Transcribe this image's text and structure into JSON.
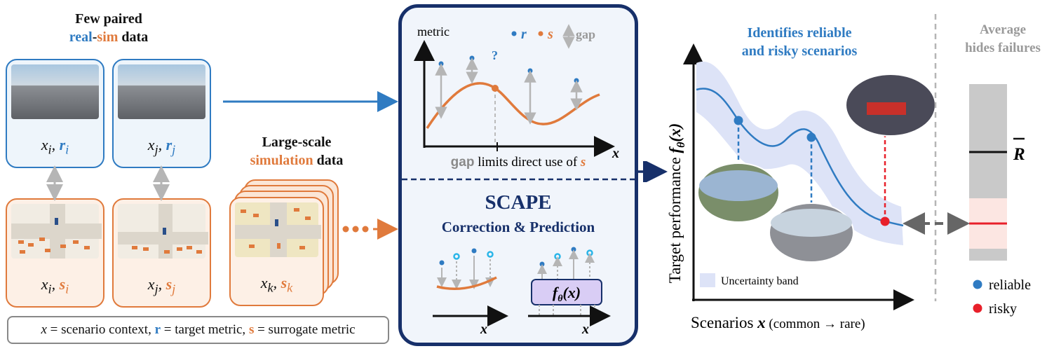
{
  "left": {
    "title_line1": "Few paired",
    "title_real": "real",
    "title_dash": "-",
    "title_sim": "sim",
    "title_data": "data",
    "card1_x": "x",
    "card1_xsub": "i",
    "card1_r": "r",
    "card1_rsub": "i",
    "card2_x": "x",
    "card2_xsub": "j",
    "card2_r": "r",
    "card2_rsub": "j",
    "card3_x": "x",
    "card3_xsub": "i",
    "card3_s": "s",
    "card3_ssub": "i",
    "card4_x": "x",
    "card4_xsub": "j",
    "card4_s": "s",
    "card4_ssub": "j",
    "large_line1": "Large-scale",
    "large_simulation": "simulation",
    "large_data": "data",
    "card5_x": "x",
    "card5_xsub": "k",
    "card5_s": "s",
    "card5_ssub": "k",
    "legend_x": "x",
    "legend_x_text": " = scenario context, ",
    "legend_r": "r",
    "legend_r_text": " = target metric, ",
    "legend_s": "s",
    "legend_s_text": " = surrogate metric"
  },
  "center": {
    "metric_label": "metric",
    "legend_r": "r",
    "legend_s": "s",
    "legend_gap": "gap",
    "question": "?",
    "axis_x": "x",
    "caption_gap": "gap",
    "caption_mid": " limits direct use of ",
    "caption_s": "s",
    "title": "SCAPE",
    "subtitle": "Correction & Prediction",
    "axis_x2": "x",
    "axis_x3": "x",
    "f_label": "f",
    "f_sub": "θ",
    "f_arg": "(x)"
  },
  "right": {
    "title_line1": "Identifies reliable",
    "title_line2": "and risky scenarios",
    "y_label": "Target performance ",
    "y_f": "f",
    "y_sub": "θ",
    "y_arg": "(x)",
    "x_label": "Scenarios ",
    "x_var": "x",
    "x_paren": " (common → rare)",
    "band_label": "Uncertainty band",
    "avg_line1": "Average",
    "avg_line2": "hides failures",
    "rbar": "R",
    "legend_reliable": "reliable",
    "legend_risky": "risky"
  },
  "colors": {
    "blue": "#2f7bc2",
    "orange": "#e07a3c",
    "navy": "#17306a",
    "red": "#e8202a",
    "band": "#dde3f7",
    "fbox": "#d9cdf5"
  }
}
